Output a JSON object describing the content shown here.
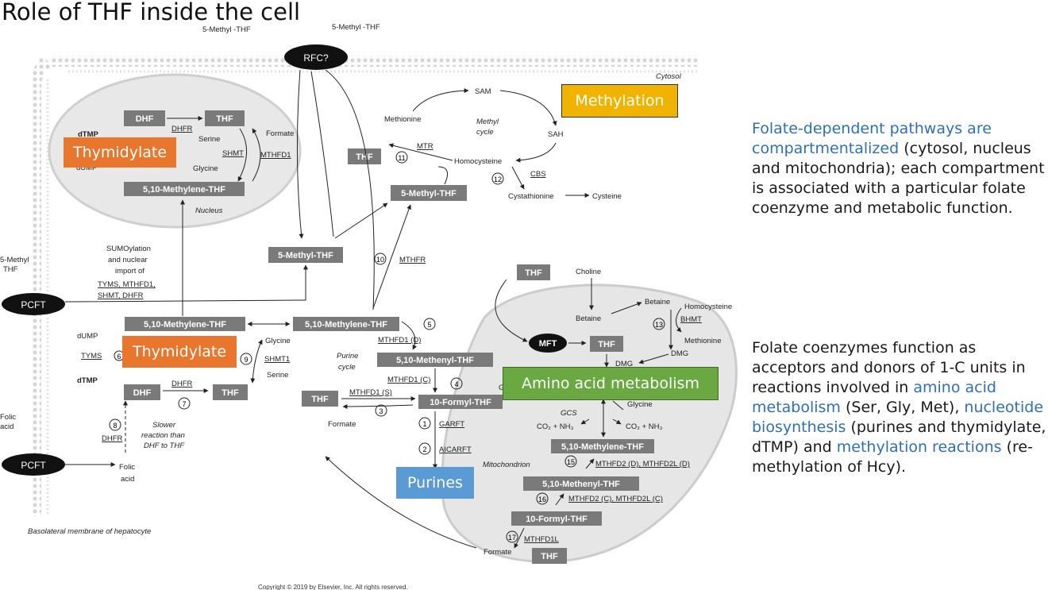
{
  "title": "Role of THF inside the cell",
  "copyright": "Copyright © 2019 by Elsevier, Inc. All rights reserved.",
  "membrane_label": "Basolateral membrane of hepatocyte",
  "transporters": {
    "pcft_top": "PCFT",
    "pcft_bottom": "PCFT",
    "rfc": "RFC?",
    "mft": "MFT"
  },
  "outside_labels": {
    "methyl_thf_1": "5-Methyl -THF",
    "methyl_thf_2": "5-Methyl -THF",
    "methyl_thf_left_1": "5-Methyl",
    "methyl_thf_left_2": "THF",
    "folic_acid_1": "Folic",
    "folic_acid_2": "acid"
  },
  "compartments": {
    "cytosol": "Cytosol",
    "nucleus": "Nucleus",
    "mitochondrion": "Mitochondrion"
  },
  "nucleus": {
    "dhf": "DHF",
    "thf": "THF",
    "dhfr": "DHFR",
    "serine": "Serine",
    "shmt": "SHMT",
    "mthfd1": "MTHFD1",
    "formate": "Formate",
    "glycine": "Glycine",
    "dtmp": "dTMP",
    "dump": "dUMP",
    "methylene_thf": "5,10-Methylene-THF"
  },
  "methyl_cycle": {
    "sam": "SAM",
    "sah": "SAH",
    "methionine": "Methionine",
    "cycle_1": "Methyl",
    "cycle_2": "cycle",
    "homocysteine": "Homocysteine",
    "mtr": "MTR",
    "thf": "THF",
    "n11": "11",
    "n12": "12",
    "cbs": "CBS",
    "cystathionine": "Cystathionine",
    "cysteine": "Cysteine",
    "methyl_thf": "5-Methyl-THF"
  },
  "cytosol": {
    "methyl_thf": "5-Methyl-THF",
    "n10": "10",
    "mthfr": "MTHFR",
    "sumo": [
      "SUMOylation",
      "and nuclear",
      "import of"
    ],
    "tyms_mthfd1": "TYMS, MTHFD1,",
    "shmt_dhfr": "SHMT, DHFR",
    "methylene_thf_left": "5,10-Methylene-THF",
    "methylene_thf_mid": "5,10-Methylene-THF",
    "dump": "dUMP",
    "tyms": "TYMS",
    "dtmp": "dTMP",
    "n6": "6",
    "glycine": "Glycine",
    "serine": "Serine",
    "shmt1": "SHMT1",
    "n9": "9",
    "dhf": "DHF",
    "dhfr": "DHFR",
    "thf_left": "THF",
    "n7": "7",
    "n8": "8",
    "dhfr2": "DHFR",
    "slower": [
      "Slower",
      "reaction than",
      "DHF to THF"
    ],
    "folic": "Folic",
    "acid": "acid",
    "n5": "5",
    "mthfd1_d": "MTHFD1 (D)",
    "methenyl_thf": "5,10-Methenyl-THF",
    "mthfd1_c": "MTHFD1 (C)",
    "n4": "4",
    "purine": "Purine",
    "cycle": "cycle",
    "thf_mid": "THF",
    "mthfd1_s": "MTHFD1 (S)",
    "n3": "3",
    "formate": "Formate",
    "formyl_thf": "10-Formyl-THF",
    "n1": "1",
    "garft": "GARFT",
    "n2": "2",
    "aicarft": "AICARFT",
    "thf_choline": "THF"
  },
  "mito": {
    "choline": "Choline",
    "betaine_out": "Betaine",
    "betaine_in": "Betaine",
    "homocysteine": "Homocysteine",
    "n13": "13",
    "bhmt": "BHMT",
    "methionine": "Methionine",
    "dmg_out": "DMG",
    "thf": "THF",
    "dmg_in": "DMG",
    "glycine": "Glycine",
    "gcs": "GCS",
    "co2_left": "CO₂ + NH₃",
    "co2_right": "CO₂ + NH₃",
    "methylene_thf": "5,10-Methylene-THF",
    "n15": "15",
    "mthfd2_d": "MTHFD2 (D), MTHFD2L (D)",
    "methenyl_thf": "5,10-Methenyl-THF",
    "n16": "16",
    "mthfd2_c": "MTHFD2 (C), MTHFD2L (C)",
    "formyl_thf": "10-Formyl-THF",
    "n17": "17",
    "mthfd1l": "MTHFD1L",
    "formate": "Formate",
    "thf_bottom": "THF",
    "g_partial": "G"
  },
  "callouts": {
    "methylation": "Methylation",
    "thymidylate_nucleus": "Thymidylate",
    "thymidylate_cytosol": "Thymidylate",
    "amino_acid": "Amino acid metabolism",
    "purines": "Purines"
  },
  "colors": {
    "methylation": "#f0b400",
    "thymidylate": "#e8762d",
    "amino_acid": "#6aa842",
    "purines": "#5b9bd5",
    "highlight_text": "#2e6fba",
    "box": "#7a7a7a",
    "transporter": "#111111"
  },
  "para1": {
    "s1": "Folate-dependent pathways are ",
    "s2": "compartmentalized",
    "s3": " (cytosol, nucleus and mitochondria); each compartment is associated with a particular folate coenzyme and metabolic function."
  },
  "para2": {
    "s1": "Folate coenzymes function as acceptors and donors of 1-C units in reactions involved in ",
    "s2": "amino acid metabolism",
    "s3": " (Ser, Gly, Met),  ",
    "s4": "nucleotide biosynthesis",
    "s5": " (purines and thymidylate, dTMP) and ",
    "s6": "methylation reactions",
    "s7": " (re-methylation of Hcy)."
  }
}
